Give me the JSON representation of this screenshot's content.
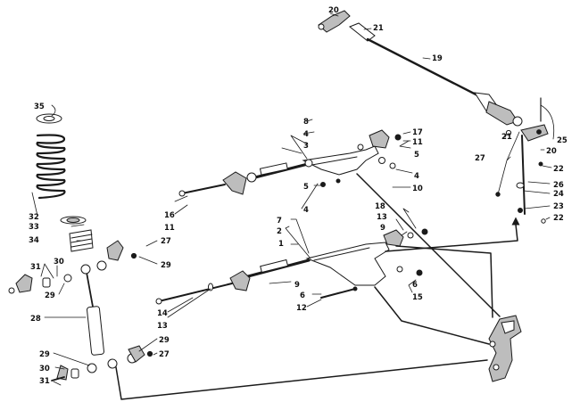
{
  "callouts": {
    "n1": "1",
    "n2": "2",
    "n3": "3",
    "n4": "4",
    "n5": "5",
    "n6": "6",
    "n7": "7",
    "n8": "8",
    "n9": "9",
    "n10": "10",
    "n11": "11",
    "n12": "12",
    "n13": "13",
    "n14": "14",
    "n15": "15",
    "n16": "16",
    "n17": "17",
    "n18": "18",
    "n19": "19",
    "n20": "20",
    "n21": "21",
    "n22": "22",
    "n23": "23",
    "n24": "24",
    "n25": "25",
    "n26": "26",
    "n27": "27",
    "n28": "28",
    "n29": "29",
    "n30": "30",
    "n31": "31",
    "n32": "32",
    "n33": "33",
    "n34": "34",
    "n35": "35"
  }
}
